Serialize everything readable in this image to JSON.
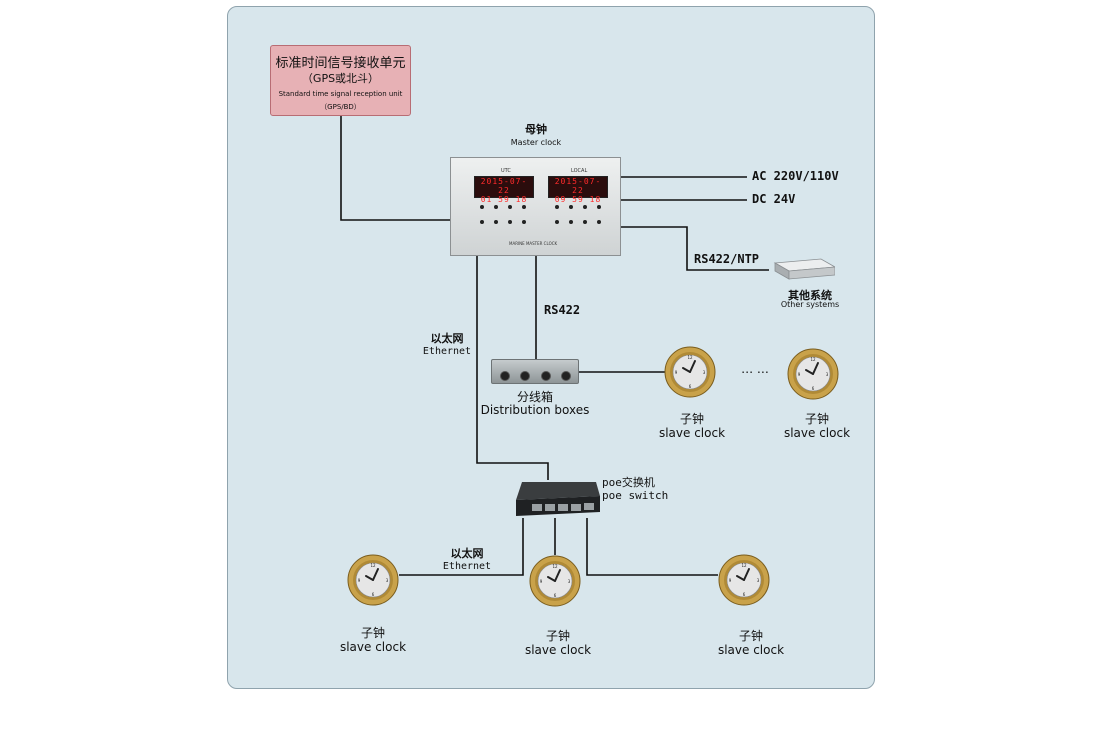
{
  "gps_unit": {
    "title_cn": "标准时间信号接收单元",
    "sub_cn": "（GPS或北斗）",
    "title_en": "Standard time signal reception unit",
    "sub_en": "（GPS/BD）"
  },
  "master_clock": {
    "label_cn": "母钟",
    "label_en": "Master clock",
    "utc_label": "UTC",
    "local_label": "LOCAL",
    "utc_date": "2015-07-22",
    "utc_time": "01 59 18",
    "local_date": "2015-07-22",
    "local_time": "09 59 18",
    "panel_text": "MARINE MASTER CLOCK"
  },
  "power": {
    "ac": "AC 220V/110V",
    "dc": "DC 24V"
  },
  "rs422_ntp": "RS422/NTP",
  "other_systems": {
    "label_cn": "其他系统",
    "label_en": "Other systems"
  },
  "rs422": "RS422",
  "ethernet_top": {
    "label_cn": "以太网",
    "label_en": "Ethernet"
  },
  "distribution": {
    "label_cn": "分线箱",
    "label_en": "Distribution boxes"
  },
  "ellipsis": "…  …",
  "slave_top": [
    {
      "label_cn": "子钟",
      "label_en": "slave clock"
    },
    {
      "label_cn": "子钟",
      "label_en": "slave clock"
    }
  ],
  "poe_switch": {
    "label_cn": "poe交换机",
    "label_en": "poe switch"
  },
  "ethernet_bottom": {
    "label_cn": "以太网",
    "label_en": "Ethernet"
  },
  "slave_bottom": [
    {
      "label_cn": "子钟",
      "label_en": "slave clock"
    },
    {
      "label_cn": "子钟",
      "label_en": "slave clock"
    },
    {
      "label_cn": "子钟",
      "label_en": "slave clock"
    }
  ],
  "colors": {
    "panel_bg": "#d8e6ec",
    "gps_box": "#e7b1b5",
    "led": "#ff2b2b",
    "clock_rim": "#c9a24a"
  }
}
